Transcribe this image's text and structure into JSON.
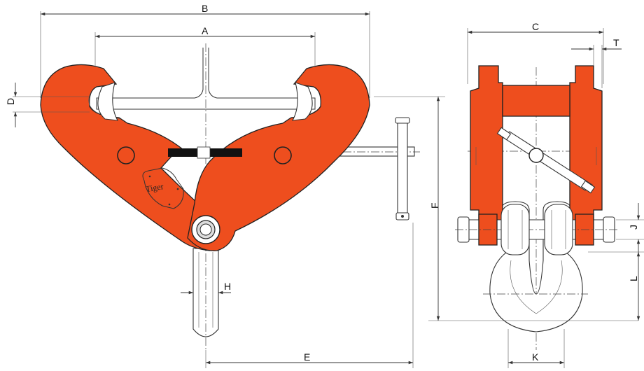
{
  "labels": {
    "a": "A",
    "b": "B",
    "c": "C",
    "d": "D",
    "e": "E",
    "f": "F",
    "h": "H",
    "j": "J",
    "k": "K",
    "l": "L",
    "t": "T"
  },
  "logo_text": "Tiger",
  "colors": {
    "body": "#EE4E1E",
    "outline": "#222222",
    "thread": "#111111"
  }
}
